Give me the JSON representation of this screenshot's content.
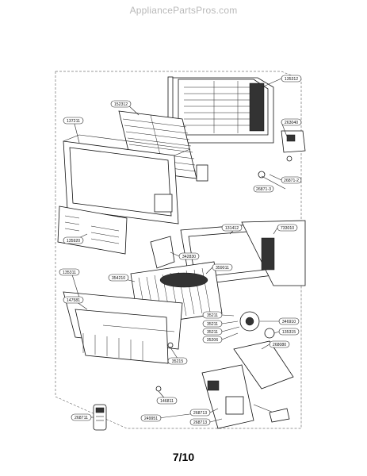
{
  "header": {
    "watermark": "AppliancePartsPros.com"
  },
  "footer": {
    "page": "7/10"
  },
  "callouts": [
    "135312",
    "152312",
    "137211",
    "263040",
    "26871-2",
    "26871-3",
    "135920",
    "131412",
    "733010",
    "342830",
    "359011",
    "135311",
    "147581",
    "354210",
    "35211",
    "35211",
    "35211",
    "35206",
    "346910",
    "135315",
    "35215",
    "268080",
    "146811",
    "268711",
    "268713",
    "268713",
    "249951"
  ]
}
